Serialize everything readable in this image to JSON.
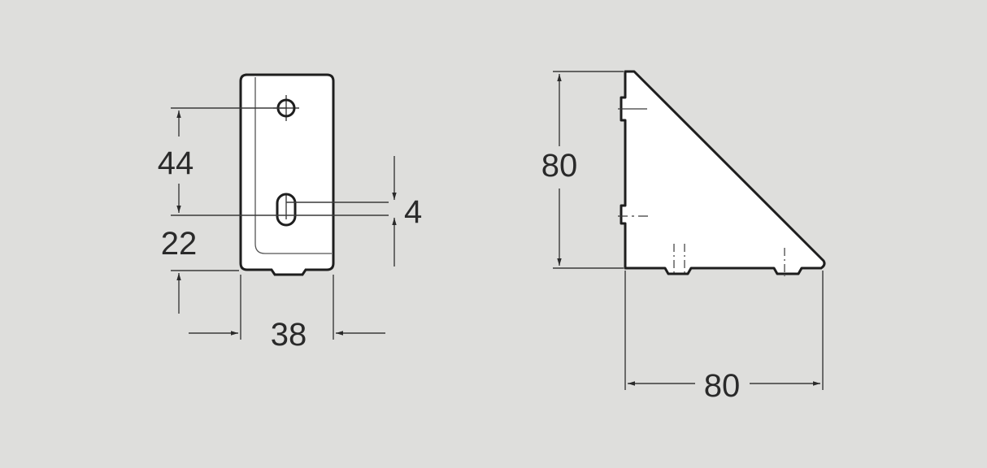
{
  "drawing": {
    "background": "#dededc",
    "part_fill": "#ffffff",
    "line_color": "#1e1e1e",
    "dim_color": "#3a3a3a",
    "front_view": {
      "dim_hole_spacing": "44",
      "dim_slot_offset": "22",
      "dim_slot_width": "4",
      "dim_width": "38"
    },
    "side_view": {
      "dim_height": "80",
      "dim_length": "80"
    }
  }
}
